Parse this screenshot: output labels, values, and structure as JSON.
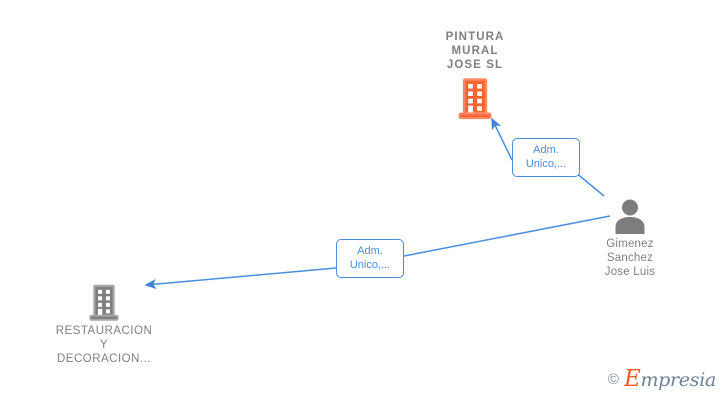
{
  "diagram": {
    "background_color": "#ffffff",
    "edge_color": "#4a8fdd",
    "company_accent_color": "#fa6432",
    "neutral_color": "#808080"
  },
  "nodes": [
    {
      "id": "pintura-mural-jose-sl",
      "label": "PINTURA\nMURAL\nJOSE  SL",
      "icon": "building-icon",
      "icon_color": "#fa6432",
      "type": "company",
      "highlighted": true
    },
    {
      "id": "gimenez-sanchez-jose-luis",
      "label": "Gimenez\nSanchez\nJose Luis",
      "icon": "person-icon",
      "icon_color": "#7d7d7d",
      "type": "person",
      "highlighted": false
    },
    {
      "id": "restauracion-y-decoracion",
      "label": "RESTAURACION\nY\nDECORACION...",
      "icon": "building-icon",
      "icon_color": "#808080",
      "type": "company",
      "highlighted": false
    }
  ],
  "edges": [
    {
      "id": "edge-person-to-pintura",
      "from": "gimenez-sanchez-jose-luis",
      "to": "pintura-mural-jose-sl",
      "label": "Adm.\nUnico,..."
    },
    {
      "id": "edge-person-to-restauracion",
      "from": "gimenez-sanchez-jose-luis",
      "to": "restauracion-y-decoracion",
      "label": "Adm.\nUnico,..."
    }
  ],
  "watermark": {
    "copyright": "©",
    "brand_initial": "E",
    "brand_rest": "mpresia"
  }
}
